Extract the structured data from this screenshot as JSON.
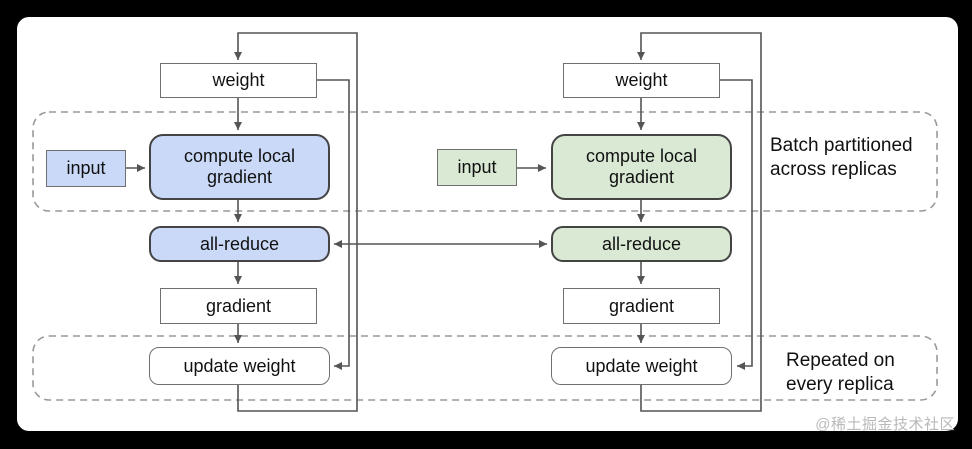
{
  "diagram": {
    "node_labels": {
      "weight": "weight",
      "input": "input",
      "compute": "compute local gradient",
      "all_reduce": "all-reduce",
      "gradient": "gradient",
      "update_weight": "update weight"
    },
    "replicas": [
      {
        "id": "replica-1",
        "fill": "#c9d9f7"
      },
      {
        "id": "replica-2",
        "fill": "#d9e9d3"
      }
    ],
    "annotations": {
      "batch_partitioned": "Batch partitioned across replicas",
      "repeated": "Repeated on every replica"
    },
    "watermark": "@稀土掘金技术社区",
    "colors": {
      "background": "#000000",
      "canvas": "#ffffff",
      "replica1_fill": "#c9d9f7",
      "replica2_fill": "#d9e9d3",
      "colored_box_border": "#444444",
      "plain_box_border": "#707070",
      "connector_line": "#555555",
      "dashed_region_border": "#999999",
      "text": "#111111",
      "watermark_text": "#b9b9b9"
    }
  }
}
